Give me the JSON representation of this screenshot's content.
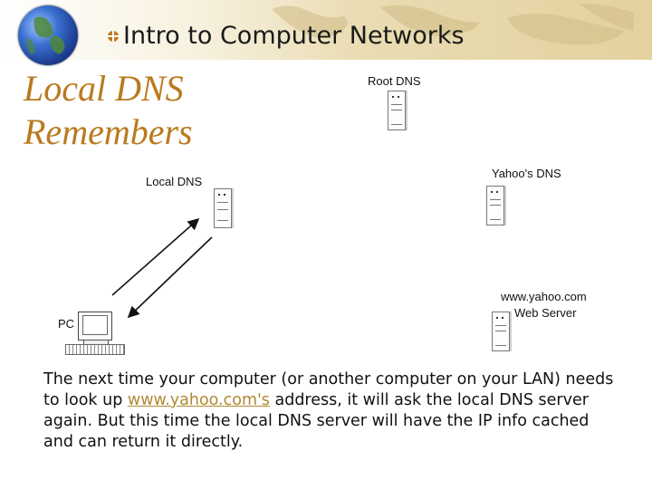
{
  "header": {
    "title": "Intro to Computer Networks"
  },
  "slide": {
    "heading_line1": "Local DNS",
    "heading_line2": "Remembers"
  },
  "diagram": {
    "nodes": {
      "root_dns": "Root DNS",
      "local_dns": "Local DNS",
      "yahoo_dns": "Yahoo's DNS",
      "web_server_line1": "www.yahoo.com",
      "web_server_line2": "Web Server",
      "pc": "PC"
    }
  },
  "body": {
    "text_before_link": "The next time your computer (or another computer on your LAN) needs to look up ",
    "link_text": "www.yahoo.com's",
    "text_after_link": " address, it will ask the local DNS server again.  But this time the local DNS server will have the IP info cached and can return it directly."
  },
  "colors": {
    "heading": "#b97a1e",
    "link": "#b08a33",
    "banner": "#e3d29f"
  }
}
